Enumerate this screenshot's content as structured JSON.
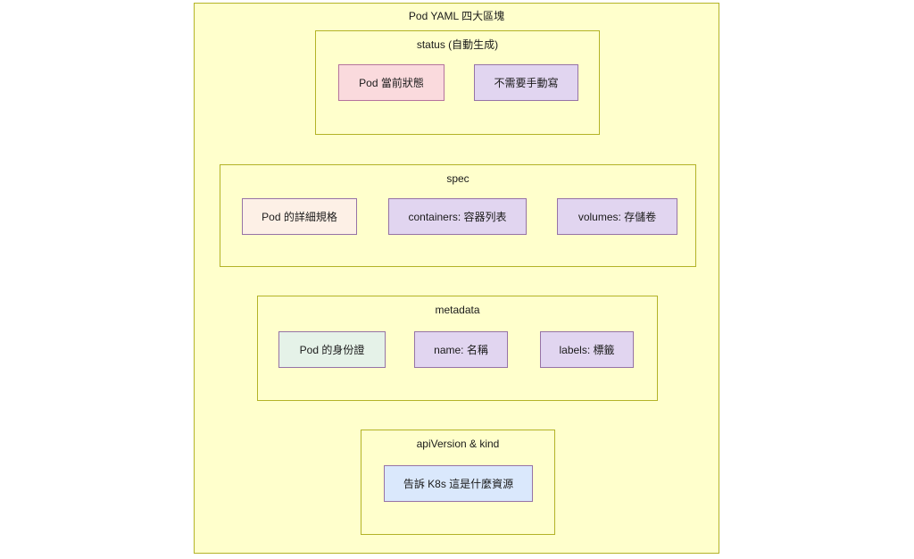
{
  "diagram": {
    "title": "Pod YAML 四大區塊",
    "sections": [
      {
        "id": "status",
        "title": "status (自動生成)",
        "nodes": [
          {
            "id": "pod-current-state",
            "label": "Pod 當前狀態",
            "fill": "#fadadd",
            "stroke": "#b5739d"
          },
          {
            "id": "no-manual-write",
            "label": "不需要手動寫",
            "fill": "#e1d5f0",
            "stroke": "#9673a6"
          }
        ]
      },
      {
        "id": "spec",
        "title": "spec",
        "nodes": [
          {
            "id": "pod-spec-detail",
            "label": "Pod 的詳細規格",
            "fill": "#fdf0e6",
            "stroke": "#9673a6"
          },
          {
            "id": "containers",
            "label": "containers: 容器列表",
            "fill": "#e1d5f0",
            "stroke": "#9673a6"
          },
          {
            "id": "volumes",
            "label": "volumes: 存儲卷",
            "fill": "#e1d5f0",
            "stroke": "#9673a6"
          }
        ]
      },
      {
        "id": "metadata",
        "title": "metadata",
        "nodes": [
          {
            "id": "pod-identity",
            "label": "Pod 的身份證",
            "fill": "#e5f2e8",
            "stroke": "#9673a6"
          },
          {
            "id": "name",
            "label": "name: 名稱",
            "fill": "#e1d5f0",
            "stroke": "#9673a6"
          },
          {
            "id": "labels",
            "label": "labels: 標籤",
            "fill": "#e1d5f0",
            "stroke": "#9673a6"
          }
        ]
      },
      {
        "id": "api",
        "title": "apiVersion & kind",
        "nodes": [
          {
            "id": "tell-k8s",
            "label": "告訴 K8s 這是什麼資源",
            "fill": "#dae8fc",
            "stroke": "#9673a6"
          }
        ]
      }
    ],
    "colors": {
      "canvas_background": "#ffffff",
      "group_fill": "#ffffcc",
      "group_stroke": "#b3b327",
      "text": "#1a1a1a"
    }
  }
}
